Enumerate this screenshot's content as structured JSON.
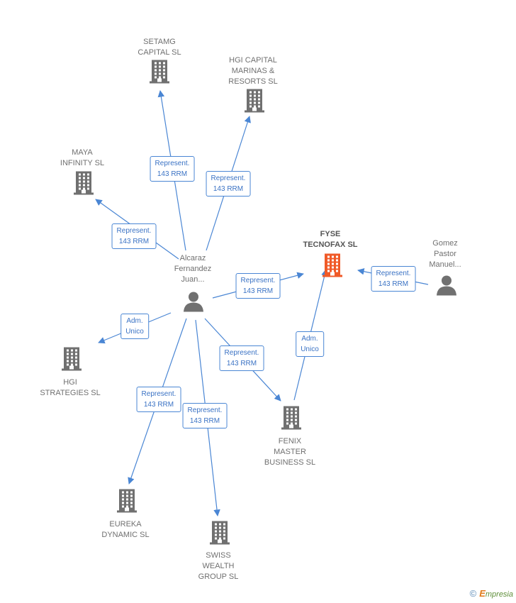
{
  "colors": {
    "edge": "#4a86d4",
    "node": "#707070",
    "focus": "#f05a28"
  },
  "nodes": [
    {
      "id": "setamg",
      "kind": "company",
      "icon": "building-icon",
      "label": "SETAMG\nCAPITAL SL"
    },
    {
      "id": "hgi_capital",
      "kind": "company",
      "icon": "building-icon",
      "label": "HGI CAPITAL\nMARINAS &\nRESORTS SL"
    },
    {
      "id": "maya",
      "kind": "company",
      "icon": "building-icon",
      "label": "MAYA\nINFINITY SL"
    },
    {
      "id": "fyse",
      "kind": "company",
      "focus": true,
      "icon": "building-icon",
      "label": "FYSE\nTECNOFAX SL"
    },
    {
      "id": "gomez",
      "kind": "person",
      "icon": "person-icon",
      "label": "Gomez\nPastor\nManuel..."
    },
    {
      "id": "alcaraz",
      "kind": "person",
      "icon": "person-icon",
      "label": "Alcaraz\nFernandez\nJuan..."
    },
    {
      "id": "hgi_strategies",
      "kind": "company",
      "icon": "building-icon",
      "label": "HGI\nSTRATEGIES SL"
    },
    {
      "id": "fenix",
      "kind": "company",
      "icon": "building-icon",
      "label": "FENIX\nMASTER\nBUSINESS SL"
    },
    {
      "id": "eureka",
      "kind": "company",
      "icon": "building-icon",
      "label": "EUREKA\nDYNAMIC SL"
    },
    {
      "id": "swiss",
      "kind": "company",
      "icon": "building-icon",
      "label": "SWISS\nWEALTH\nGROUP  SL"
    }
  ],
  "edges": [
    {
      "from": "alcaraz",
      "to": "setamg",
      "label": "Represent.\n143 RRM"
    },
    {
      "from": "alcaraz",
      "to": "hgi_capital",
      "label": "Represent.\n143 RRM"
    },
    {
      "from": "alcaraz",
      "to": "maya",
      "label": "Represent.\n143 RRM"
    },
    {
      "from": "alcaraz",
      "to": "fyse",
      "label": "Represent.\n143 RRM"
    },
    {
      "from": "gomez",
      "to": "fyse",
      "label": "Represent.\n143 RRM"
    },
    {
      "from": "alcaraz",
      "to": "hgi_strategies",
      "label": "Adm.\nUnico"
    },
    {
      "from": "alcaraz",
      "to": "fenix",
      "label": "Represent.\n143 RRM"
    },
    {
      "from": "fenix",
      "to": "fyse",
      "label": "Adm.\nUnico"
    },
    {
      "from": "alcaraz",
      "to": "eureka",
      "label": "Represent.\n143 RRM"
    },
    {
      "from": "alcaraz",
      "to": "swiss",
      "label": "Represent.\n143 RRM"
    }
  ],
  "footer": {
    "copyright_symbol": "©",
    "brand_initial": "E",
    "brand_rest": "mpresia"
  }
}
